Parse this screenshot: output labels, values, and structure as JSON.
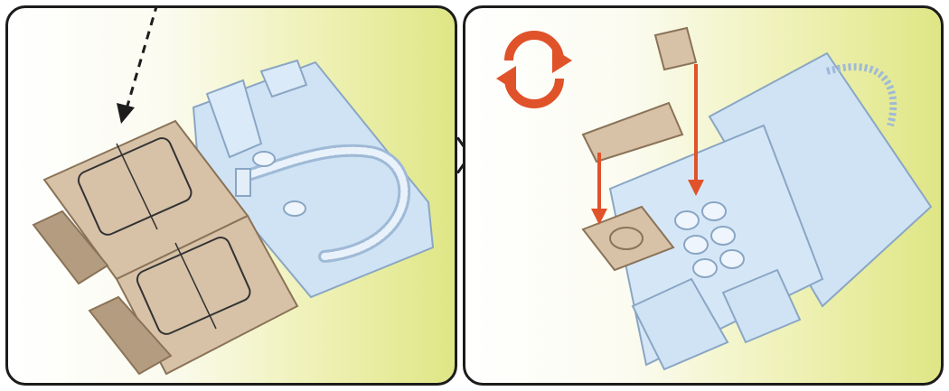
{
  "figure": {
    "panels": [
      {
        "id": "left",
        "content": "assembly-tray-top-view"
      },
      {
        "id": "right",
        "content": "assembly-exploded-view"
      }
    ],
    "colors": {
      "panel_border": "#1c1c1c",
      "gradient_light": "#ffffff",
      "gradient_yellow": "#dfe685",
      "wood": "#d7c2a8",
      "wood_dark": "#b49c80",
      "plastic": "#cfe3f5",
      "plastic_dark": "#9fbad6",
      "arrow_red": "#e0522a",
      "arrow_black": "#1c1c1c"
    },
    "icons": [
      "dashed-down-arrow-icon",
      "rotate-arrows-icon",
      "red-down-arrow-icon"
    ]
  }
}
